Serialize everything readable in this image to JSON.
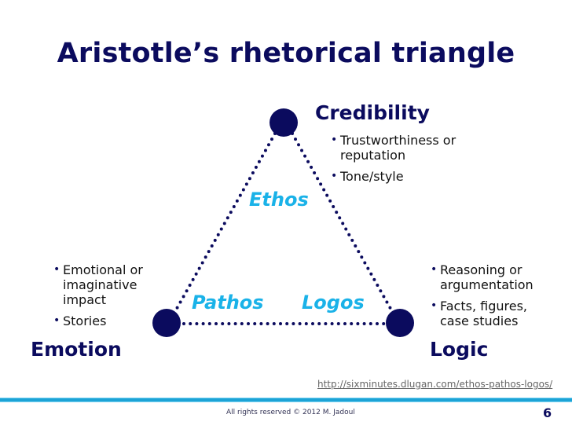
{
  "slide": {
    "title": "Aristotle’s rhetorical triangle",
    "colors": {
      "title": "#0b0b5e",
      "node": "#0b0b5e",
      "appeal_label": "#1ab2e8",
      "rule": "#1ca3d6"
    },
    "nodes": {
      "top": {
        "heading": "Credibility",
        "appeal": "Ethos",
        "bullets": [
          "Trustworthiness or reputation",
          "Tone/style"
        ]
      },
      "left": {
        "heading": "Emotion",
        "appeal": "Pathos",
        "bullets": [
          "Emotional or imaginative impact",
          "Stories"
        ]
      },
      "right": {
        "heading": "Logic",
        "appeal": "Logos",
        "bullets": [
          "Reasoning or argumentation",
          "Facts, figures, case studies"
        ]
      }
    },
    "source_link": "http://sixminutes.dlugan.com/ethos-pathos-logos/",
    "footer": "All rights reserved © 2012 M. Jadoul",
    "page_number": "6"
  }
}
